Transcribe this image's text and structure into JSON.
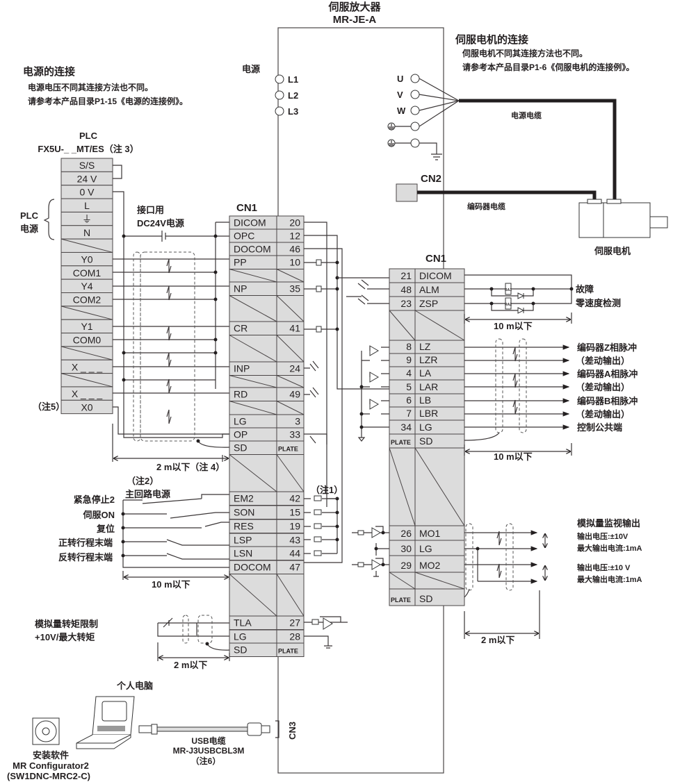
{
  "title": {
    "line1": "伺服放大器",
    "line2": "MR-JE-A"
  },
  "power_section": {
    "heading": "电源的连接",
    "note1": "电源电压不同其连接方法也不同。",
    "note2": "请参考本产品目录P1-15《电源的连接例》。",
    "supply_label": "电源",
    "terminals": [
      "L1",
      "L2",
      "L3"
    ]
  },
  "motor_section": {
    "heading": "伺服电机的连接",
    "note1": "伺服电机不同其连接方法也不同。",
    "note2": "请参考本产品目录P1-6《伺服电机的连接例》。",
    "terminals": [
      "U",
      "V",
      "W"
    ],
    "power_cable": "电源电缆",
    "cn2": "CN2",
    "encoder_cable": "编码器电缆",
    "motor": "伺服电机"
  },
  "plc": {
    "title": "PLC",
    "model": "FX5U-_ _MT/ES（注 3）",
    "power_label1": "PLC",
    "power_label2": "电源",
    "note5": "（注5）",
    "terminals": [
      "S/S",
      "24 V",
      "0 V",
      "L",
      "⏚",
      "N",
      "",
      "Y0",
      "COM1",
      "Y4",
      "COM2",
      "",
      "Y1",
      "COM0",
      "",
      "X _ _ _",
      "",
      "X _ _ _",
      "X0"
    ],
    "dc24_label1": "接口用",
    "dc24_label2": "DC24V电源",
    "cable_length": "2 m以下（注 4）"
  },
  "cn1_left": {
    "label": "CN1",
    "rows": [
      {
        "signal": "DICOM",
        "pin": "20"
      },
      {
        "signal": "OPC",
        "pin": "12"
      },
      {
        "signal": "DOCOM",
        "pin": "46"
      },
      {
        "signal": "PP",
        "pin": "10"
      },
      {
        "signal": "NP",
        "pin": "35"
      },
      {
        "signal": "CR",
        "pin": "41"
      },
      {
        "signal": "INP",
        "pin": "24"
      },
      {
        "signal": "RD",
        "pin": "49"
      },
      {
        "signal": "LG",
        "pin": "3"
      },
      {
        "signal": "OP",
        "pin": "33"
      },
      {
        "signal": "SD",
        "pin": "PLATE"
      },
      {
        "signal": "EM2",
        "pin": "42"
      },
      {
        "signal": "SON",
        "pin": "15"
      },
      {
        "signal": "RES",
        "pin": "19"
      },
      {
        "signal": "LSP",
        "pin": "43"
      },
      {
        "signal": "LSN",
        "pin": "44"
      },
      {
        "signal": "DOCOM",
        "pin": "47"
      },
      {
        "signal": "TLA",
        "pin": "27"
      },
      {
        "signal": "LG",
        "pin": "28"
      },
      {
        "signal": "SD",
        "pin": "PLATE"
      }
    ]
  },
  "inputs": {
    "note2": "（注2）",
    "main_circuit": "主回路电源",
    "note1": "（注1）",
    "labels": [
      "紧急停止2",
      "伺服ON",
      "复位",
      "正转行程末端",
      "反转行程末端"
    ],
    "cable_length": "10 m以下",
    "torque_label1": "模拟量转矩限制",
    "torque_label2": "+10V/最大转矩",
    "torque_cable_length": "2 m以下"
  },
  "cn1_right": {
    "label": "CN1",
    "rows": [
      {
        "pin": "21",
        "signal": "DICOM"
      },
      {
        "pin": "48",
        "signal": "ALM"
      },
      {
        "pin": "23",
        "signal": "ZSP"
      },
      {
        "pin": "8",
        "signal": "LZ"
      },
      {
        "pin": "9",
        "signal": "LZR"
      },
      {
        "pin": "4",
        "signal": "LA"
      },
      {
        "pin": "5",
        "signal": "LAR"
      },
      {
        "pin": "6",
        "signal": "LB"
      },
      {
        "pin": "7",
        "signal": "LBR"
      },
      {
        "pin": "34",
        "signal": "LG"
      },
      {
        "pin": "PLATE",
        "signal": "SD"
      },
      {
        "pin": "26",
        "signal": "MO1"
      },
      {
        "pin": "30",
        "signal": "LG"
      },
      {
        "pin": "29",
        "signal": "MO2"
      },
      {
        "pin": "PLATE",
        "signal": "SD"
      }
    ]
  },
  "outputs": {
    "fault": "故障",
    "zero_speed": "零速度检测",
    "ra1": "RA1",
    "ra2": "RA2",
    "cable_length_1": "10 m以下",
    "encoder_labels": [
      "编码器Z相脉冲",
      "（差动输出）",
      "编码器A相脉冲",
      "（差动输出）",
      "编码器B相脉冲",
      "（差动输出）",
      "控制公共端"
    ],
    "cable_length_2": "10 m以下",
    "monitor_heading": "模拟量监视输出",
    "mo1_voltage": "输出电压:±10V",
    "mo1_current": "最大输出电流:1mA",
    "mo2_voltage": "输出电压:±10 V",
    "mo2_current": "最大输出电流:1mA",
    "monitor_cable_length": "2 m以下"
  },
  "pc": {
    "label": "个人电脑",
    "software1": "安装软件",
    "software2": "MR Configurator2",
    "software3": "(SW1DNC-MRC2-C)",
    "usb1": "USB电缆",
    "usb2": "MR-J3USBCBL3M",
    "usb3": "（注6）",
    "cn3": "CN3"
  }
}
